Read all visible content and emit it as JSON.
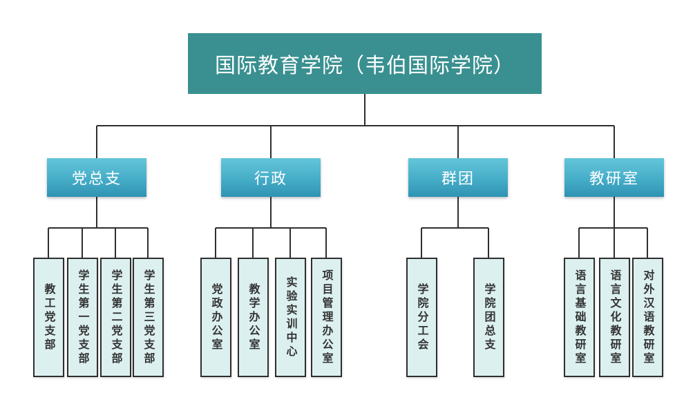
{
  "colors": {
    "root_fill": "#3A9090",
    "branch_gradient_top": "#63C5D9",
    "branch_gradient_bottom": "#2E93B3",
    "leaf_fill": "#DCF0F0",
    "leaf_border": "#2E2E2E",
    "connector_line": "#2E2E2E",
    "root_text": "#FFFFFF",
    "branch_text": "#FFFFFF",
    "leaf_text": "#333333"
  },
  "org_chart": {
    "root": {
      "label": "国际教育学院（韦伯国际学院）"
    },
    "branches": [
      {
        "label": "党总支",
        "children": [
          "教工党支部",
          "学生第一党支部",
          "学生第二党支部",
          "学生第三党支部"
        ]
      },
      {
        "label": "行政",
        "children": [
          "党政办公室",
          "教学办公室",
          "实验实训中心",
          "项目管理办公室"
        ]
      },
      {
        "label": "群团",
        "children": [
          "学院分工会",
          "学院团总支"
        ]
      },
      {
        "label": "教研室",
        "children": [
          "语言基础教研室",
          "语言文化教研室",
          "对外汉语教研室"
        ]
      }
    ]
  }
}
